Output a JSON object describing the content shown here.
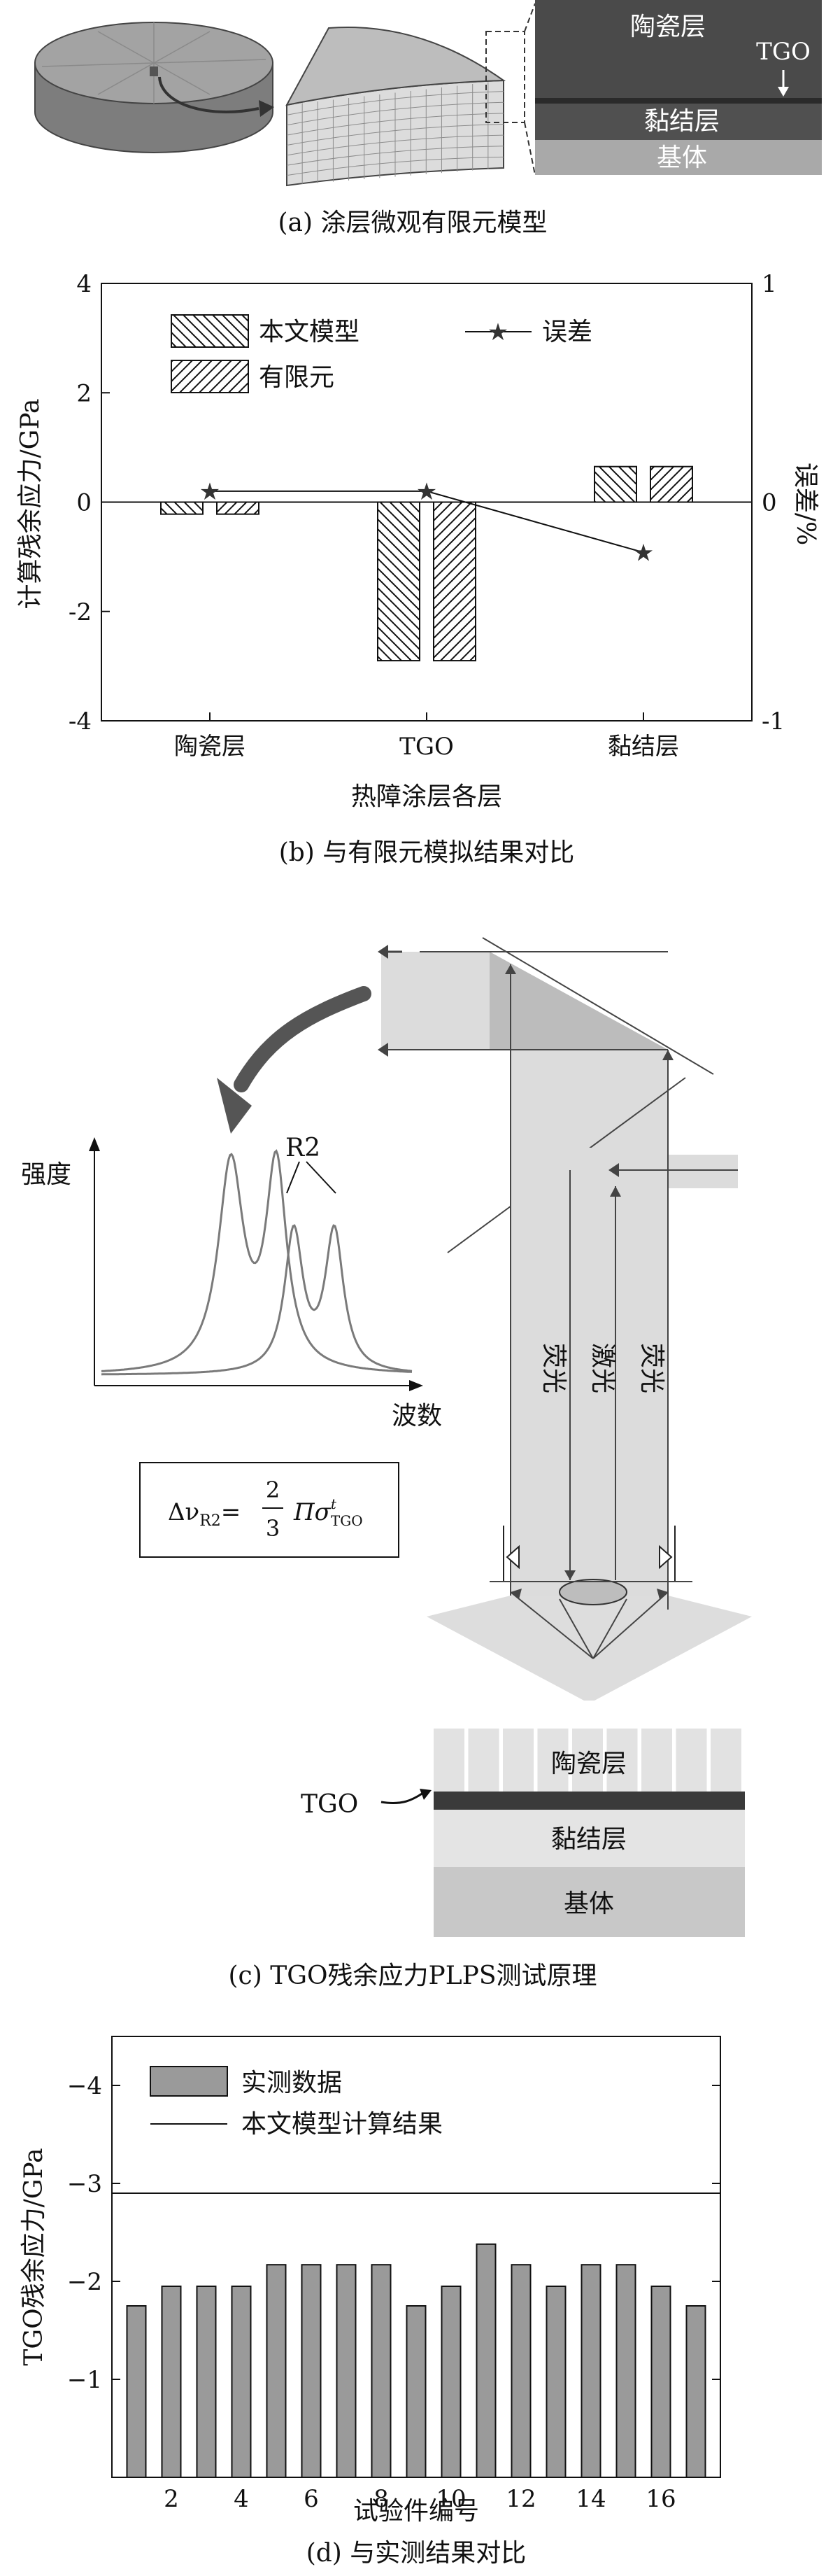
{
  "panel_a": {
    "caption": "(a) 涂层微观有限元模型",
    "layers": {
      "ceramic": "陶瓷层",
      "tgo": "TGO",
      "bond": "黏结层",
      "substrate": "基体"
    },
    "colors": {
      "ceramic": "#4a4a4a",
      "tgo": "#2a2a2a",
      "bond": "#505050",
      "substrate": "#a9a9a9",
      "mesh": "#8c8c8c"
    }
  },
  "panel_b": {
    "caption": "(b) 与有限元模拟结果对比",
    "chart_data": {
      "type": "bar",
      "categories": [
        "陶瓷层",
        "TGO",
        "黏结层"
      ],
      "xlabel": "热障涂层各层",
      "ylabel": "计算残余应力/GPa",
      "y2label": "误差/%",
      "ylim": [
        -4,
        4
      ],
      "y2lim": [
        -1,
        1
      ],
      "yticks": [
        -4,
        -2,
        0,
        2,
        4
      ],
      "y2ticks": [
        -1,
        0,
        1
      ],
      "series": [
        {
          "name": "本文模型",
          "type": "bar",
          "hatch": "backslash",
          "values": [
            -0.22,
            -2.9,
            0.65
          ]
        },
        {
          "name": "有限元",
          "type": "bar",
          "hatch": "slash",
          "values": [
            -0.22,
            -2.9,
            0.65
          ]
        },
        {
          "name": "误差",
          "type": "line-star",
          "axis": "right",
          "values": [
            0.05,
            0.05,
            -0.23
          ]
        }
      ],
      "legend": "top"
    }
  },
  "panel_c": {
    "caption": "(c) TGO残余应力PLPS测试原理",
    "intensity_label": "强度",
    "wavenumber_label": "波数",
    "peak_label": "R2",
    "beam_labels": [
      "荧光",
      "激光",
      "荧光"
    ],
    "formula": {
      "lhs": "Δν",
      "lhs_sub": "R2",
      "eq": "=",
      "num": "2",
      "den": "3",
      "rhs": "Πσ",
      "rhs_sup": "t",
      "rhs_sub": "TGO"
    },
    "layers": {
      "ceramic": "陶瓷层",
      "tgo": "TGO",
      "bond": "黏结层",
      "substrate": "基体"
    }
  },
  "panel_d": {
    "caption": "(d) 与实测结果对比",
    "chart_data": {
      "type": "bar",
      "xlabel": "试验件编号",
      "ylabel": "TGO残余应力/GPa",
      "ylim": [
        0,
        -4.5
      ],
      "yticks": [
        -1,
        -2,
        -3,
        -4
      ],
      "xticks": [
        2,
        4,
        6,
        8,
        10,
        12,
        14,
        16
      ],
      "x": [
        1,
        2,
        3,
        4,
        5,
        6,
        7,
        8,
        9,
        10,
        11,
        12,
        13,
        14,
        15,
        16,
        17
      ],
      "series": [
        {
          "name": "实测数据",
          "type": "bar",
          "values": [
            -1.75,
            -1.95,
            -1.95,
            -1.95,
            -2.17,
            -2.17,
            -2.17,
            -2.17,
            -1.75,
            -1.95,
            -2.38,
            -2.17,
            -1.95,
            -2.17,
            -2.17,
            -1.95,
            -1.75
          ]
        },
        {
          "name": "本文模型计算结果",
          "type": "hline",
          "value": -2.9
        }
      ],
      "legend": "top-left",
      "bar_color": "#9a9a9a"
    }
  }
}
